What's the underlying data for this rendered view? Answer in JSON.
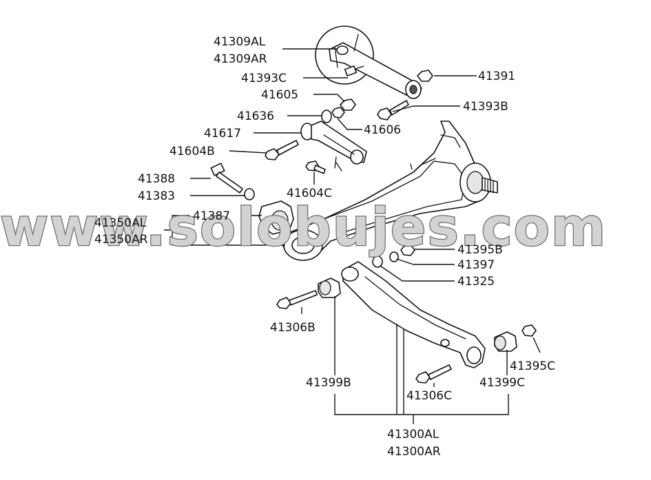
{
  "watermark": "www.solobujes.com",
  "labels": {
    "p41309AL": "41309AL",
    "p41309AR": "41309AR",
    "p41393C": "41393C",
    "p41391": "41391",
    "p41605": "41605",
    "p41393B": "41393B",
    "p41636": "41636",
    "p41606": "41606",
    "p41617": "41617",
    "p41604B": "41604B",
    "p41388": "41388",
    "p41383": "41383",
    "p41604C": "41604C",
    "p41387": "41387",
    "p41350AL": "41350AL",
    "p41350AR": "41350AR",
    "p41395B": "41395B",
    "p41397": "41397",
    "p41325": "41325",
    "p41306B": "41306B",
    "p41399B": "41399B",
    "p41306C": "41306C",
    "p41399C": "41399C",
    "p41395C": "41395C",
    "p41300AL": "41300AL",
    "p41300AR": "41300AR"
  }
}
